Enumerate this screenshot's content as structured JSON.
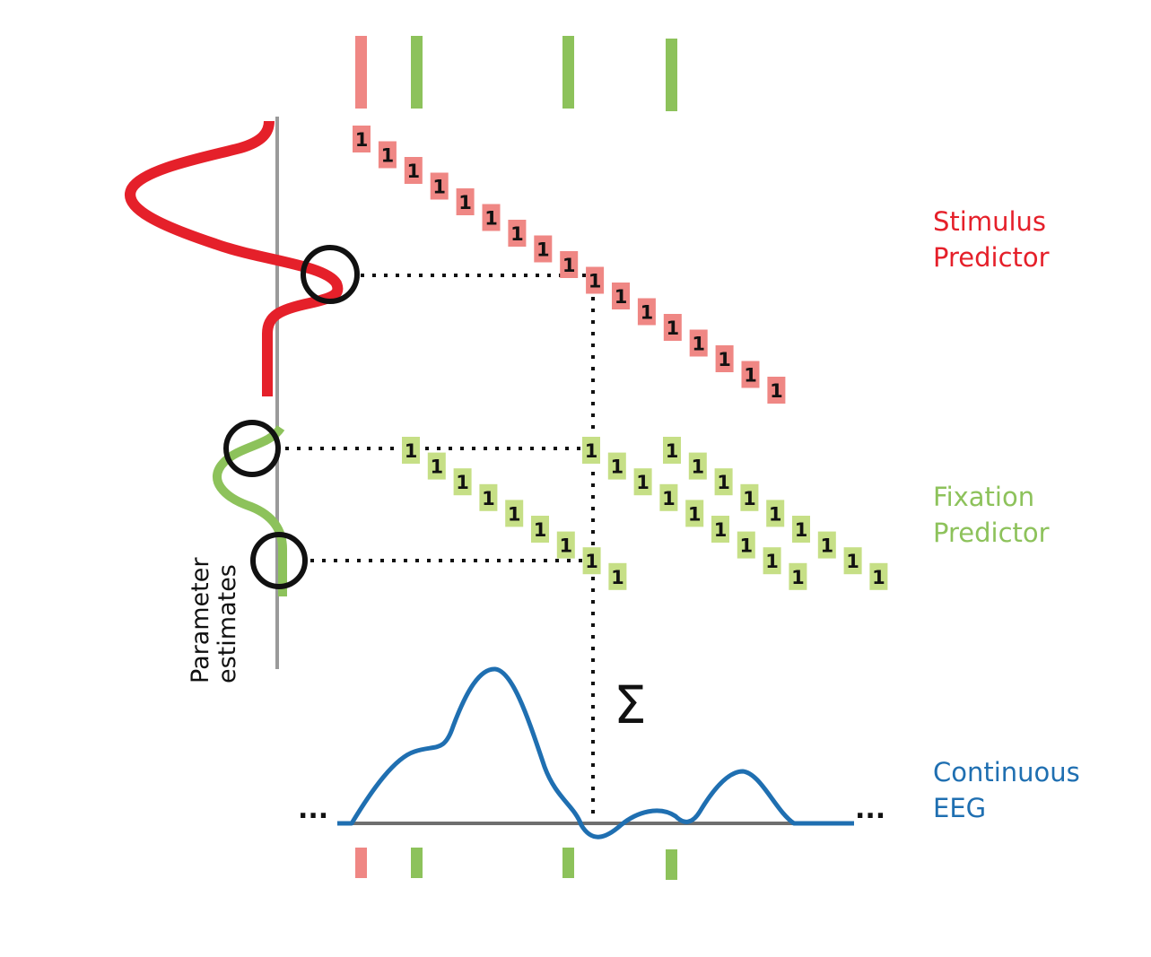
{
  "labels": {
    "stimulus_line1": "Stimulus",
    "stimulus_line2": "Predictor",
    "fixation_line1": "Fixation",
    "fixation_line2": "Predictor",
    "eeg_line1": "Continuous",
    "eeg_line2": "EEG",
    "param_line1": "Parameter",
    "param_line2": "estimates",
    "sigma": "Σ",
    "ellipsis_left": "...",
    "ellipsis_right": "...",
    "matrix_entry": "1"
  },
  "colors": {
    "stimulus": "#e5202a",
    "stimulus_light": "#ef8784",
    "fixation": "#8dc25b",
    "fixation_light": "#c6df86",
    "eeg": "#1f6fb1",
    "axis": "#9a9a9a",
    "text": "#111111"
  },
  "icons": {
    "sum": "sigma-icon",
    "selection": "circle-marker-icon"
  }
}
